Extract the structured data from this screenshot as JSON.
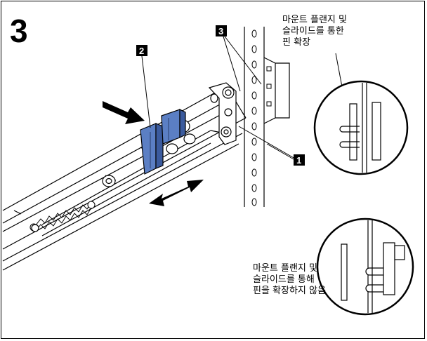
{
  "step_number": "3",
  "callouts": {
    "one": "1",
    "two": "2",
    "three": "3"
  },
  "caption_top": {
    "line1": "마운트 플랜지 및",
    "line2": "슬라이드를 통한",
    "line3": "핀 확장"
  },
  "caption_bottom": {
    "line1": "마운트 플랜지 및",
    "line2": "슬라이드를 통해",
    "line3": "핀을 확장하지 않음"
  },
  "colors": {
    "latch": "#5b7fc4",
    "latch_dark": "#3b5b9e",
    "line": "#000000",
    "callout_bg": "#000000"
  }
}
